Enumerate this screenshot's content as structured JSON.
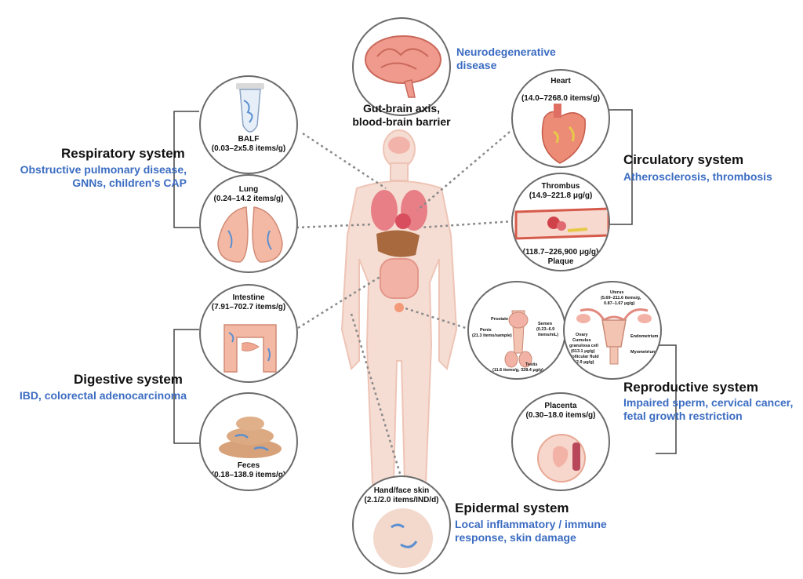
{
  "brain": {
    "caption_line1": "Gut-brain axis,",
    "caption_line2": "blood-brain barrier",
    "disease_line1": "Neurodegenerative",
    "disease_line2": "disease"
  },
  "respiratory": {
    "title": "Respiratory system",
    "disease_line1": "Obstructive pulmonary disease,",
    "disease_line2": "GNNs, children's  CAP",
    "balf_name": "BALF",
    "balf_value": "(0.03–2x5.8 items/g)",
    "lung_name": "Lung",
    "lung_value": "(0.24–14.2 items/g)"
  },
  "circulatory": {
    "title": "Circulatory system",
    "disease": "Atherosclerosis, thrombosis",
    "heart_name": "Heart",
    "heart_value": "(14.0–7268.0 items/g)",
    "thrombus_name": "Thrombus",
    "thrombus_value": "(14.9–221.8 μg/g)",
    "plaque_value": "(118.7–226,900 μg/g)",
    "plaque_name": "Plaque"
  },
  "digestive": {
    "title": "Digestive system",
    "disease": "IBD, colorectal adenocarcinoma",
    "intestine_name": "Intestine",
    "intestine_value": "(7.91–702.7 items/g)",
    "feces_name": "Feces",
    "feces_value": "(0.18–138.9 items/g)"
  },
  "reproductive": {
    "title": "Reproductive system",
    "disease_line1": "Impaired sperm, cervical cancer,",
    "disease_line2": "fetal growth restriction",
    "male": {
      "prostate": "Prostate",
      "penis": "Penis",
      "penis_value": "(21.3 items/sample)",
      "semen": "Semen",
      "semen_value1": "(0.23–6.9",
      "semen_value2": "items/mL)",
      "testis": "Testis",
      "testis_value": "(11.6 items/g, 328.4 μg/g)"
    },
    "female": {
      "uterus": "Uterus",
      "uterus_value1": "(5.69–211.6 items/g,",
      "uterus_value2": "0.87–1.67 μg/g)",
      "ovary": "Ovary",
      "ovary_line2": "Cumulus",
      "ovary_line3": "granulosa cell",
      "ovary_line4": "(613.1 μg/g)",
      "ovary_line5": "Follicular fluid",
      "ovary_line6": "(12.9 μg/g)",
      "endometrium": "Endometrium",
      "myometrium": "Myometrium"
    },
    "placenta_name": "Placenta",
    "placenta_value": "(0.30–18.0 items/g)"
  },
  "epidermal": {
    "title": "Epidermal system",
    "disease_line1": "Local inflammatory / immune",
    "disease_line2": "response, skin damage",
    "skin_name": "Hand/face skin",
    "skin_value": "(2.1/2.0 items/IND/d)"
  },
  "colors": {
    "disease_text": "#3b6cc2",
    "body": "#f6ddd3",
    "organ_pink": "#f2a7a0",
    "organ_liver": "#a9693f",
    "particle": "#7fb0dc",
    "outline": "#6b6b6b"
  }
}
